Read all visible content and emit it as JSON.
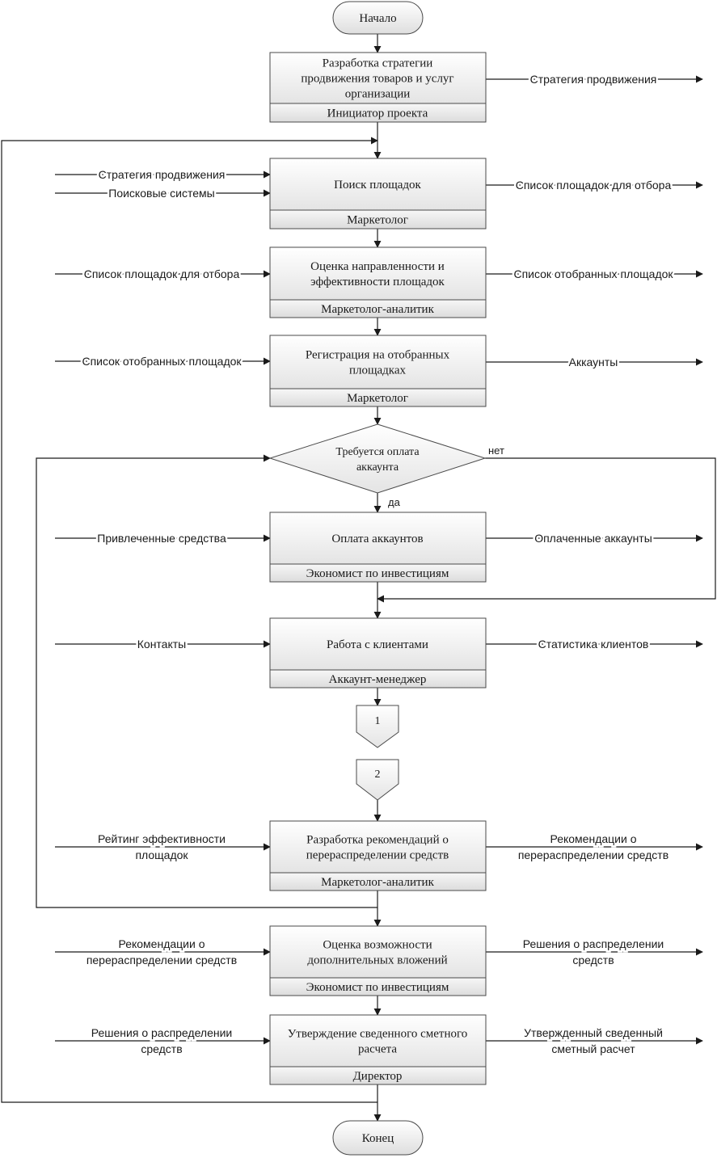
{
  "colors": {
    "line": "#1a1a1a",
    "box_fill_top": "#ffffff",
    "box_fill_bottom": "#e6e6e6",
    "border": "#4a4a4a"
  },
  "terminals": {
    "start": "Начало",
    "end": "Конец"
  },
  "processes": [
    {
      "title": [
        "Разработка стратегии",
        "продвижения товаров и услуг",
        "организации"
      ],
      "role": "Инициатор проекта",
      "inputs": [],
      "outputs": [
        [
          "Стратегия продвижения"
        ]
      ]
    },
    {
      "title": [
        "Поиск площадок"
      ],
      "role": "Маркетолог",
      "inputs": [
        [
          "Стратегия продвижения"
        ],
        [
          "Поисковые системы"
        ]
      ],
      "outputs": [
        [
          "Список площадок для отбора"
        ]
      ]
    },
    {
      "title": [
        "Оценка направленности и",
        "эффективности площадок"
      ],
      "role": "Маркетолог-аналитик",
      "inputs": [
        [
          "Список площадок для отбора"
        ]
      ],
      "outputs": [
        [
          "Список отобранных площадок"
        ]
      ]
    },
    {
      "title": [
        "Регистрация на отобранных",
        "площадках"
      ],
      "role": "Маркетолог",
      "inputs": [
        [
          "Список отобранных площадок"
        ]
      ],
      "outputs": [
        [
          "Аккаунты"
        ]
      ]
    },
    {
      "title": [
        "Оплата аккаунтов"
      ],
      "role": "Экономист по инвестициям",
      "inputs": [
        [
          "Привлеченные средства"
        ]
      ],
      "outputs": [
        [
          "Оплаченные аккаунты"
        ]
      ]
    },
    {
      "title": [
        "Работа с клиентами"
      ],
      "role": "Аккаунт-менеджер",
      "inputs": [
        [
          "Контакты"
        ]
      ],
      "outputs": [
        [
          "Статистика клиентов"
        ]
      ]
    },
    {
      "title": [
        "Разработка рекомендаций о",
        "перераспределении средств"
      ],
      "role": "Маркетолог-аналитик",
      "inputs": [
        [
          "Рейтинг эффективности",
          "площадок"
        ]
      ],
      "outputs": [
        [
          "Рекомендации о",
          "перераспределении средств"
        ]
      ]
    },
    {
      "title": [
        "Оценка возможности",
        "дополнительных вложений"
      ],
      "role": "Экономист по инвестициям",
      "inputs": [
        [
          "Рекомендации о",
          "перераспределении средств"
        ]
      ],
      "outputs": [
        [
          "Решения о распределении",
          "средств"
        ]
      ]
    },
    {
      "title": [
        "Утверждение сведенного сметного",
        "расчета"
      ],
      "role": "Директор",
      "inputs": [
        [
          "Решения о распределении",
          "средств"
        ]
      ],
      "outputs": [
        [
          "Утвержденный сведенный",
          "сметный расчет"
        ]
      ]
    }
  ],
  "decision": {
    "text": [
      "Требуется оплата",
      "аккаунта"
    ],
    "yes_label": "да",
    "no_label": "нет"
  },
  "connectors": [
    "1",
    "2"
  ]
}
